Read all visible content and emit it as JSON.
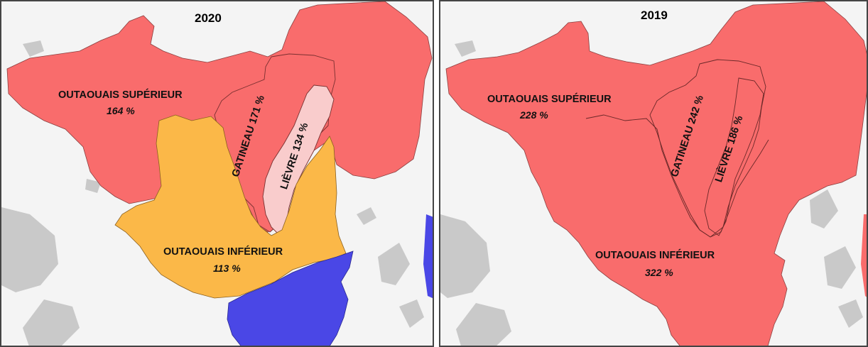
{
  "maps": [
    {
      "year": "2020",
      "regions": {
        "outaouais_superieur": {
          "label": "OUTAOUAIS SUPÉRIEUR",
          "value": "164 %",
          "color": "#f96c6c"
        },
        "gatineau": {
          "label": "GATINEAU 171 %",
          "color": "#f96c6c"
        },
        "lievre": {
          "label": "LIÈVRE 134 %",
          "color": "#f9cccc"
        },
        "outaouais_inferieur": {
          "label": "OUTAOUAIS INFÉRIEUR",
          "value": "113 %",
          "color": "#fbb848"
        },
        "adjacent_basin": {
          "color": "#4a47e6"
        }
      }
    },
    {
      "year": "2019",
      "regions": {
        "outaouais_superieur": {
          "label": "OUTAOUAIS SUPÉRIEUR",
          "value": "228 %",
          "color": "#f96c6c"
        },
        "gatineau": {
          "label": "GATINEAU 242 %",
          "color": "#f96c6c"
        },
        "lievre": {
          "label": "LIÈVRE 186 %",
          "color": "#f96c6c"
        },
        "outaouais_inferieur": {
          "label": "OUTAOUAIS INFÉRIEUR",
          "value": "322 %",
          "color": "#f96c6c"
        }
      }
    }
  ]
}
